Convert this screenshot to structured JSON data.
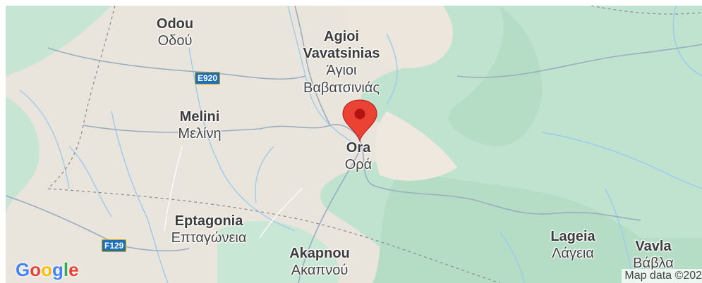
{
  "places": [
    {
      "en": "Odou",
      "gr": "Οδού"
    },
    {
      "en": "Agioi Vavatsinias",
      "gr": "Άγιοι Βαβατσινιάς"
    },
    {
      "en": "Melini",
      "gr": "Μελίνη"
    },
    {
      "en": "Ora",
      "gr": "Ορά"
    },
    {
      "en": "Eptagonia",
      "gr": "Επταγώνεια"
    },
    {
      "en": "Akapnou",
      "gr": "Ακαπνού"
    },
    {
      "en": "Lageia",
      "gr": "Λάγεια"
    },
    {
      "en": "Vavla",
      "gr": "Βάβλα"
    }
  ],
  "roads": {
    "e920": "E920",
    "f129": "F129"
  },
  "logo": {
    "letters": [
      "G",
      "o",
      "o",
      "g",
      "l",
      "e"
    ],
    "colors": [
      "#4285F4",
      "#EA4335",
      "#FBBC05",
      "#4285F4",
      "#34A853",
      "#EA4335"
    ]
  },
  "attribution": "Map data ©202",
  "colors": {
    "land": "#e9e4dc",
    "forest": "#bfe3cf",
    "river": "#9ccbee",
    "road": "#9aaec0",
    "marker": "#ea4335"
  },
  "marker": {
    "icon": "map-pin-icon",
    "place": "Ora"
  }
}
